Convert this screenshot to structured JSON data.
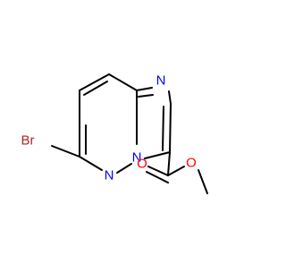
{
  "molecule": {
    "atoms": [
      {
        "id": "br",
        "label": "Br",
        "color": "#a52a2a"
      },
      {
        "id": "n_pyridazine",
        "label": "N",
        "color": "#0000ff"
      },
      {
        "id": "n_bridge",
        "label": "N",
        "color": "#0000ff"
      },
      {
        "id": "n_imidazole",
        "label": "N",
        "color": "#0000ff"
      },
      {
        "id": "o_carbonyl",
        "label": "O",
        "color": "#ff0000"
      },
      {
        "id": "o_ester",
        "label": "O",
        "color": "#ff0000"
      }
    ],
    "bond_color": "#000000"
  }
}
